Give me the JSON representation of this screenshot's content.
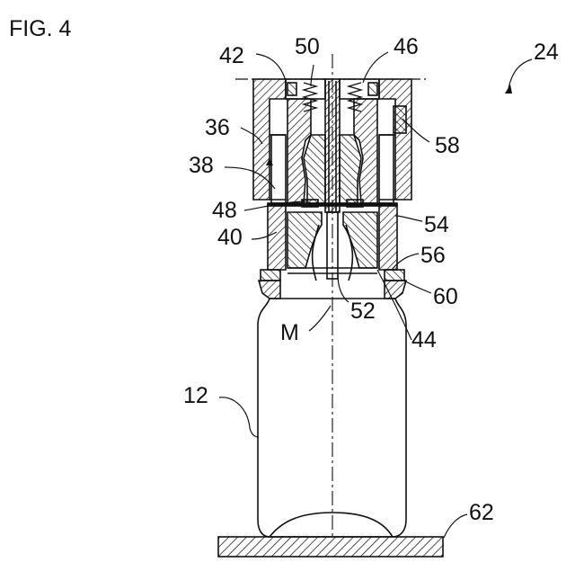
{
  "figure": {
    "title": "FIG. 4"
  },
  "labels": {
    "l42": "42",
    "l50": "50",
    "l46": "46",
    "l24": "24",
    "l36": "36",
    "l58": "58",
    "l38": "38",
    "l48": "48",
    "l54": "54",
    "l40": "40",
    "l56": "56",
    "l60": "60",
    "l52": "52",
    "lM": "M",
    "l44": "44",
    "l12": "12",
    "l62": "62"
  },
  "colors": {
    "ink": "#111111",
    "paper": "#ffffff"
  }
}
